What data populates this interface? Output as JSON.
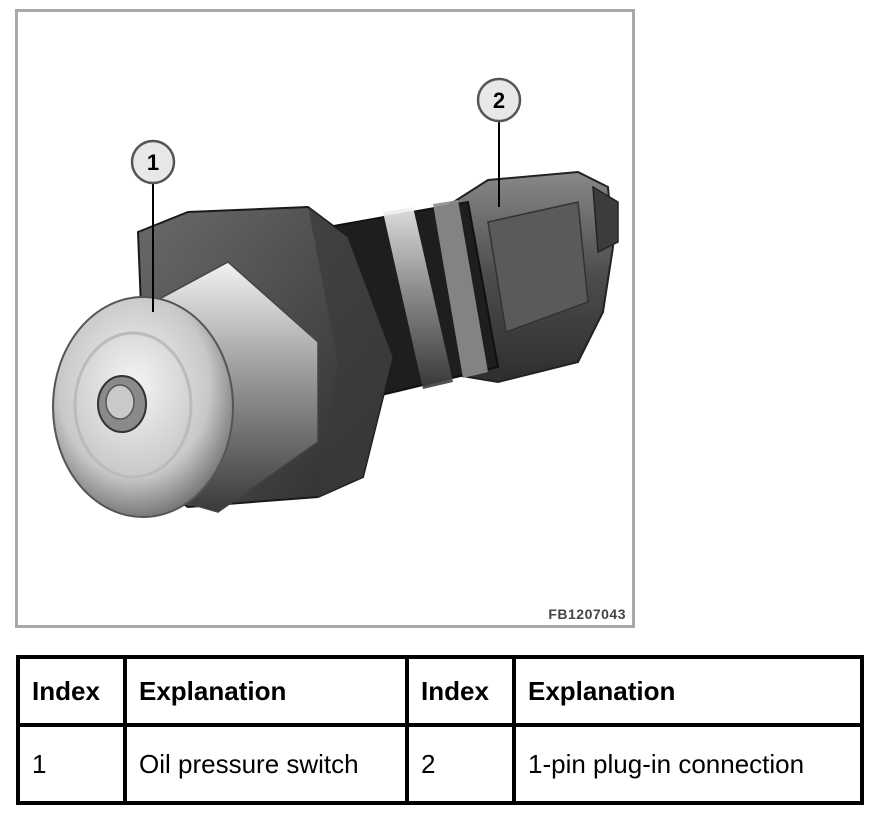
{
  "figure": {
    "code": "FB1207043",
    "callouts": [
      "1",
      "2"
    ]
  },
  "legend": {
    "headers": [
      "Index",
      "Explanation",
      "Index",
      "Explanation"
    ],
    "rows": [
      [
        "1",
        "Oil pressure switch",
        "2",
        "1-pin plug-in connection"
      ]
    ]
  }
}
